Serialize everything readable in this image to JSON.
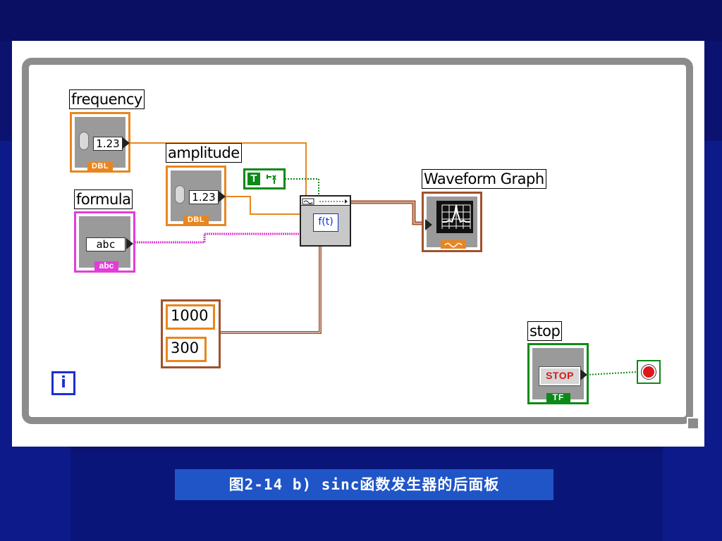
{
  "labels": {
    "frequency": "frequency",
    "amplitude": "amplitude",
    "formula": "formula",
    "waveform_graph": "Waveform Graph",
    "stop": "stop"
  },
  "controls": {
    "frequency_value": "1.23",
    "amplitude_value": "1.23",
    "dbl_badge": "DBL",
    "formula_value": "abc",
    "string_badge": "abc",
    "stop_button": "STOP",
    "bool_badge": "TF"
  },
  "constants": {
    "boolean": "T",
    "array_values": [
      "1000",
      "300"
    ]
  },
  "express_vi": {
    "icon_label": "f(t)"
  },
  "loop": {
    "iteration_icon": "i"
  },
  "caption": "图2-14 b) sinc函数发生器的后面板",
  "colors": {
    "slide_background": "#0b1270",
    "caption_background": "#1f55c6",
    "dbl_wire": "#e8861f",
    "string_wire": "#e23ed7",
    "boolean_wire": "#0c8a17",
    "cluster_wire": "#a0522d",
    "loop_border": "#8c8c8c"
  }
}
